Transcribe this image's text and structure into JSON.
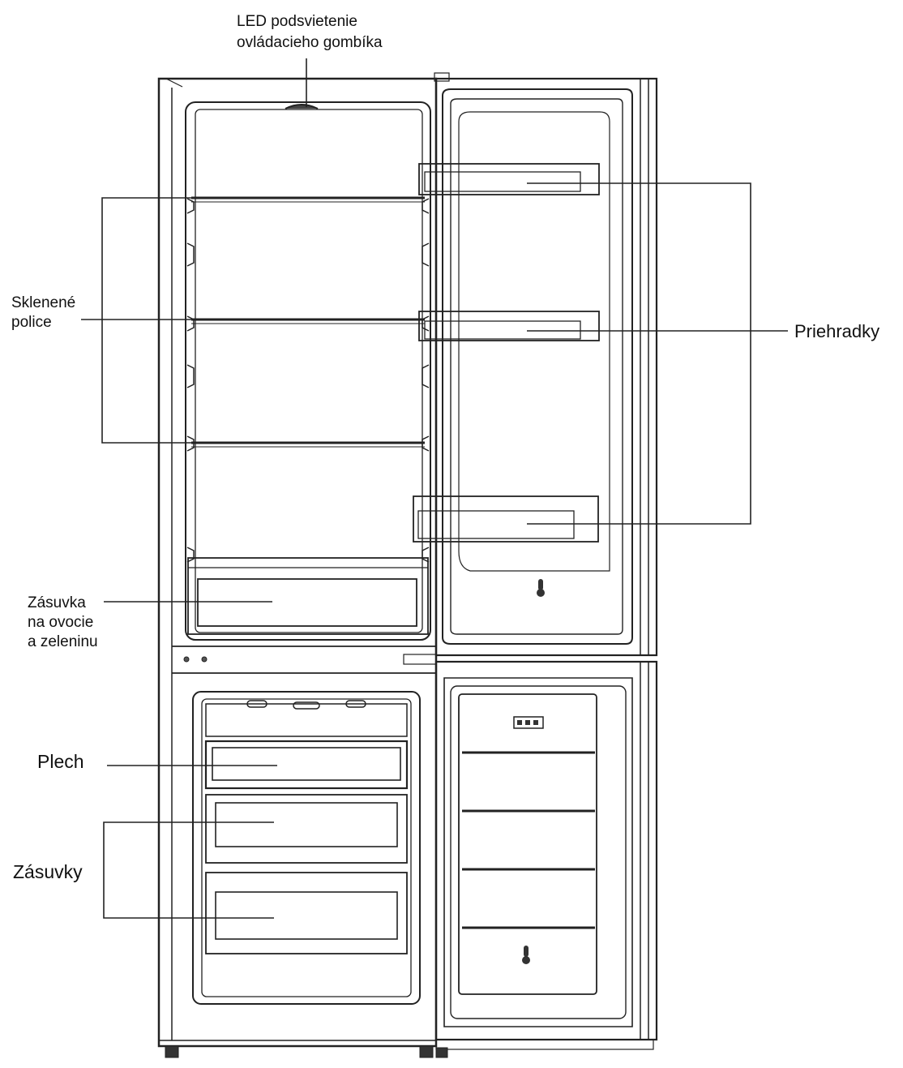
{
  "labels": {
    "led_light": [
      "LED podsvietenie",
      "ovládacieho gombíka"
    ],
    "glass_shelves": [
      "Sklenené",
      "police"
    ],
    "door_bins": [
      "Priehradky"
    ],
    "crisper": [
      "Zásuvka",
      "na ovocie",
      "a zeleninu"
    ],
    "tray": [
      "Plech"
    ],
    "drawers": [
      "Zásuvky"
    ]
  },
  "colors": {
    "line": "#222222",
    "background": "#ffffff"
  }
}
